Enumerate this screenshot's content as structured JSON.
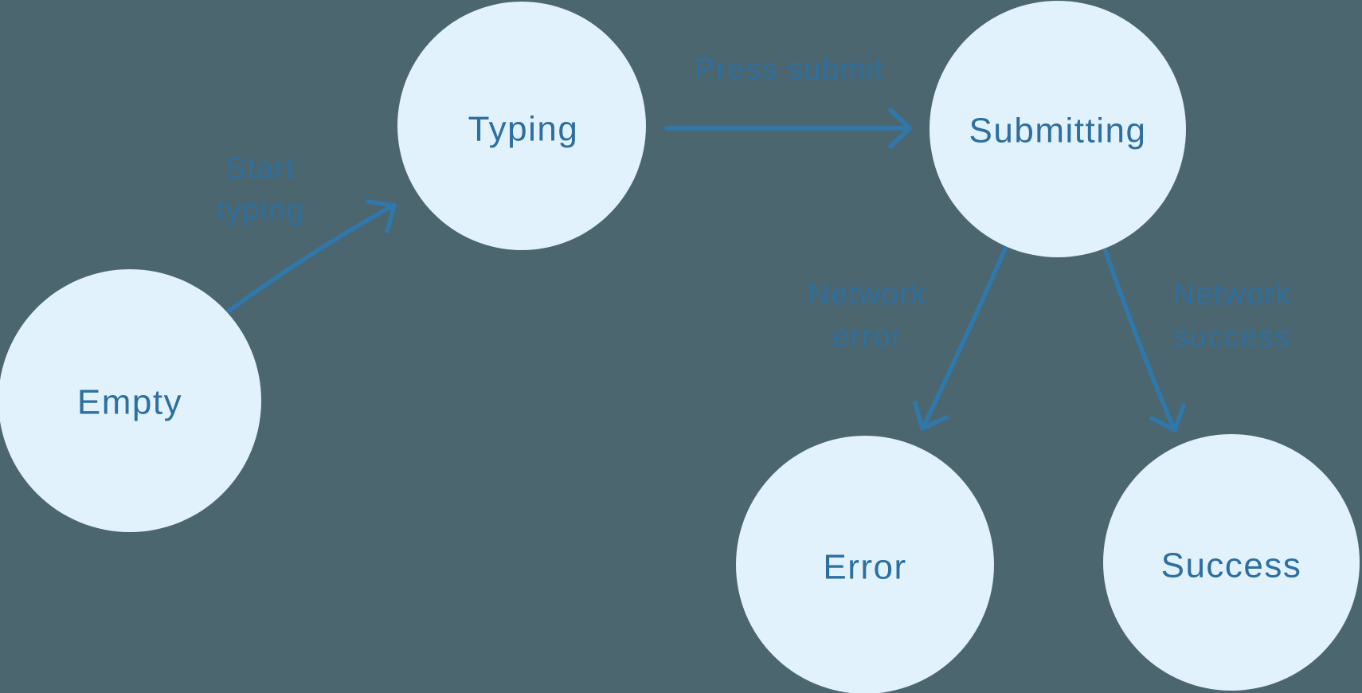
{
  "diagram": {
    "type": "state-machine",
    "colors": {
      "background": "#4C6670",
      "node_fill": "#E2F2FC",
      "node_text": "#2D6F9F",
      "edge": "#2F78AB",
      "edge_label": "#2E6F9E"
    },
    "nodes": [
      {
        "id": "empty",
        "label": "Empty"
      },
      {
        "id": "typing",
        "label": "Typing"
      },
      {
        "id": "submitting",
        "label": "Submitting"
      },
      {
        "id": "error",
        "label": "Error"
      },
      {
        "id": "success",
        "label": "Success"
      }
    ],
    "edges": [
      {
        "id": "start-typing",
        "from": "empty",
        "to": "typing",
        "label_lines": [
          "Start",
          "typing"
        ]
      },
      {
        "id": "press-submit",
        "from": "typing",
        "to": "submitting",
        "label_lines": [
          "Press submit"
        ]
      },
      {
        "id": "network-error",
        "from": "submitting",
        "to": "error",
        "label_lines": [
          "Network",
          "error"
        ]
      },
      {
        "id": "network-success",
        "from": "submitting",
        "to": "success",
        "label_lines": [
          "Network",
          "success"
        ]
      }
    ]
  }
}
